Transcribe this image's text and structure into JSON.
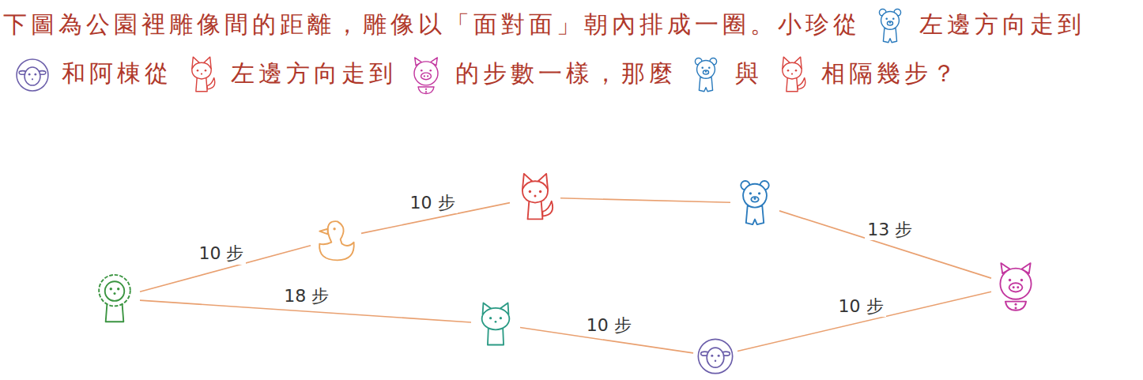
{
  "diagram": {
    "nodes": [
      {
        "text": []
      },
      {
        "text": []
      },
      {
        "text": []
      },
      {
        "text": []
      },
      {
        "text": []
      },
      {
        "text": []
      },
      {
        "text": []
      }
    ],
    "edges": [
      {
        "from": 0,
        "to": 1,
        "arrow": "none",
        "label": "10 步"
      },
      {
        "from": 1,
        "to": 2,
        "arrow": "none",
        "label": "10 步"
      },
      {
        "from": 2,
        "to": 3,
        "arrow": "none"
      },
      {
        "from": 3,
        "to": 4,
        "arrow": "none",
        "label": "13 步"
      },
      {
        "from": 4,
        "to": 6,
        "arrow": "none",
        "label": "10 步"
      },
      {
        "from": 6,
        "to": 5,
        "arrow": "none",
        "label": "10 步"
      },
      {
        "from": 5,
        "to": 0,
        "arrow": "none",
        "label": "18 步"
      }
    ],
    "labels": [
      "下圖為公園裡雕像間的距離，雕像以「面對面」朝內排成一圈。小珍從",
      "左邊方向走到",
      "和阿棟從",
      "左邊方向走到",
      "的步數一樣，那麼",
      "與",
      "相隔幾步？"
    ]
  }
}
